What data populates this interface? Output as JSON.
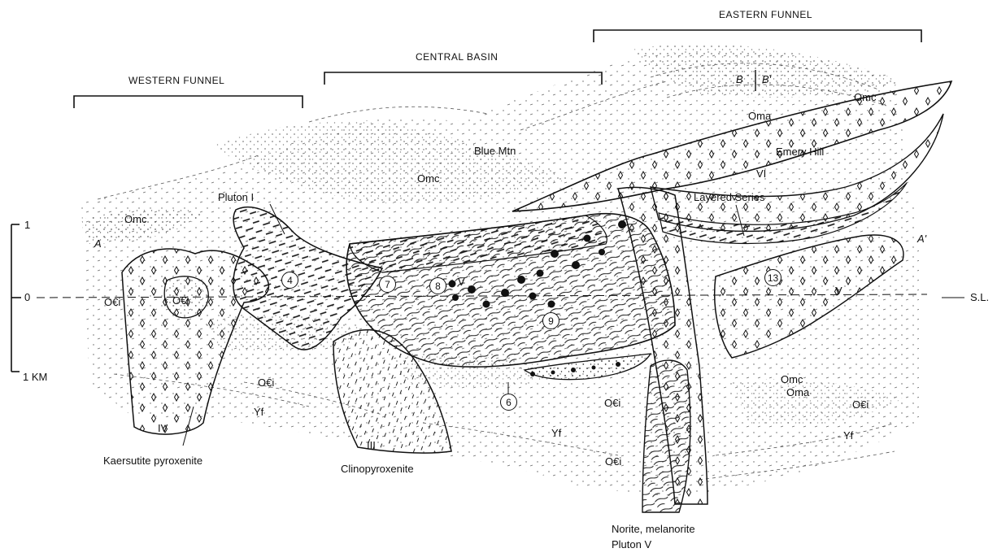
{
  "headers": {
    "western": "WESTERN FUNNEL",
    "central": "CENTRAL BASIN",
    "eastern": "EASTERN FUNNEL"
  },
  "scale": {
    "top": "1",
    "zero": "0",
    "bottom": "1 KM"
  },
  "sea_level": "S.L.",
  "section_a": "A",
  "section_a_prime": "A'",
  "section_b": "B",
  "section_b_prime": "B'",
  "labels": {
    "blue_mtn": "Blue Mtn",
    "emery_hill": "Emery Hill",
    "layered_series": "Layered Series",
    "pluton_i": "Pluton I",
    "kaersutite": "Kaersutite pyroxenite",
    "clinopyroxenite": "Clinopyroxenite",
    "norite": "Norite, melanorite",
    "pluton_v": "Pluton V"
  },
  "units": {
    "omc_west": "Omc",
    "omc_blue": "Omc",
    "omc_east_top": "Omc",
    "omc_east_low": "Omc",
    "oma_top": "Oma",
    "oma_low": "Oma",
    "oei_1": "O€i",
    "oei_2": "O€i",
    "oei_3": "O€i",
    "oei_4": "O€i",
    "oei_5": "O€i",
    "oei_6": "O€i",
    "yf_1": "Yf",
    "yf_2": "Yf",
    "yf_3": "Yf"
  },
  "romans": {
    "iv": "IV",
    "iii": "III",
    "vi": "VI",
    "v_center": "V",
    "v_right": "V"
  },
  "localities": [
    "4",
    "7",
    "8",
    "9",
    "6",
    "13"
  ]
}
